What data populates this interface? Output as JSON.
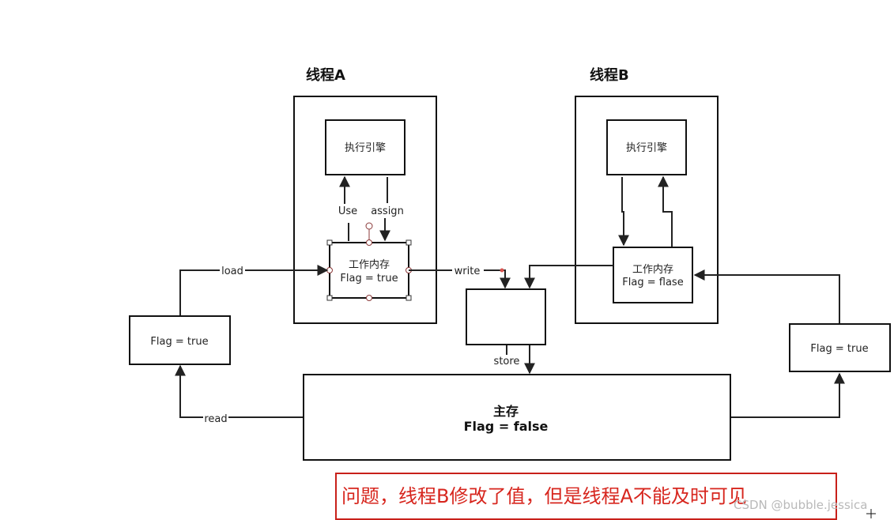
{
  "thread_a": {
    "title": "线程A",
    "engine_label": "执行引擎",
    "work_memory_title": "工作内存",
    "work_memory_value": "Flag = true"
  },
  "thread_b": {
    "title": "线程B",
    "engine_label": "执行引擎",
    "work_memory_title": "工作内存",
    "work_memory_value": "Flag = flase"
  },
  "left_copy": {
    "value": "Flag = true"
  },
  "right_copy": {
    "value": "Flag = true"
  },
  "main_memory": {
    "title": "主存",
    "value": "Flag = false"
  },
  "edge_labels": {
    "use": "Use",
    "assign": "assign",
    "load": "load",
    "write": "write",
    "store": "store",
    "read": "read"
  },
  "note": "问题，线程B修改了值，但是线程A不能及时可见",
  "watermark": "CSDN @bubble.jessica",
  "colors": {
    "note_text": "#d7261e",
    "note_border": "#c8201a",
    "lines": "#222222"
  }
}
